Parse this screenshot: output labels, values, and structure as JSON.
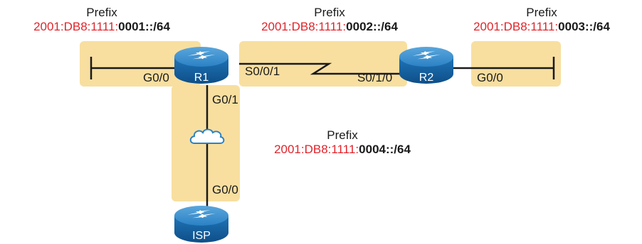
{
  "routers": [
    {
      "name": "R1"
    },
    {
      "name": "R2"
    },
    {
      "name": "ISP"
    }
  ],
  "interfaces": {
    "r1_lan": "G0/0",
    "r1_serial": "S0/0/1",
    "r2_serial": "S0/1/0",
    "r2_lan": "G0/0",
    "r1_isp": "G0/1",
    "isp_r1": "G0/0"
  },
  "prefixes": [
    {
      "title": "Prefix",
      "base": "2001:DB8:1111:",
      "subnet": "0001::/64"
    },
    {
      "title": "Prefix",
      "base": "2001:DB8:1111:",
      "subnet": "0002::/64"
    },
    {
      "title": "Prefix",
      "base": "2001:DB8:1111:",
      "subnet": "0003::/64"
    },
    {
      "title": "Prefix",
      "base": "2001:DB8:1111:",
      "subnet": "0004::/64"
    }
  ],
  "colors": {
    "subnet_highlight": "#f8dfa0",
    "router_body": "#1f74b8",
    "prefix_red": "#e0242b"
  }
}
